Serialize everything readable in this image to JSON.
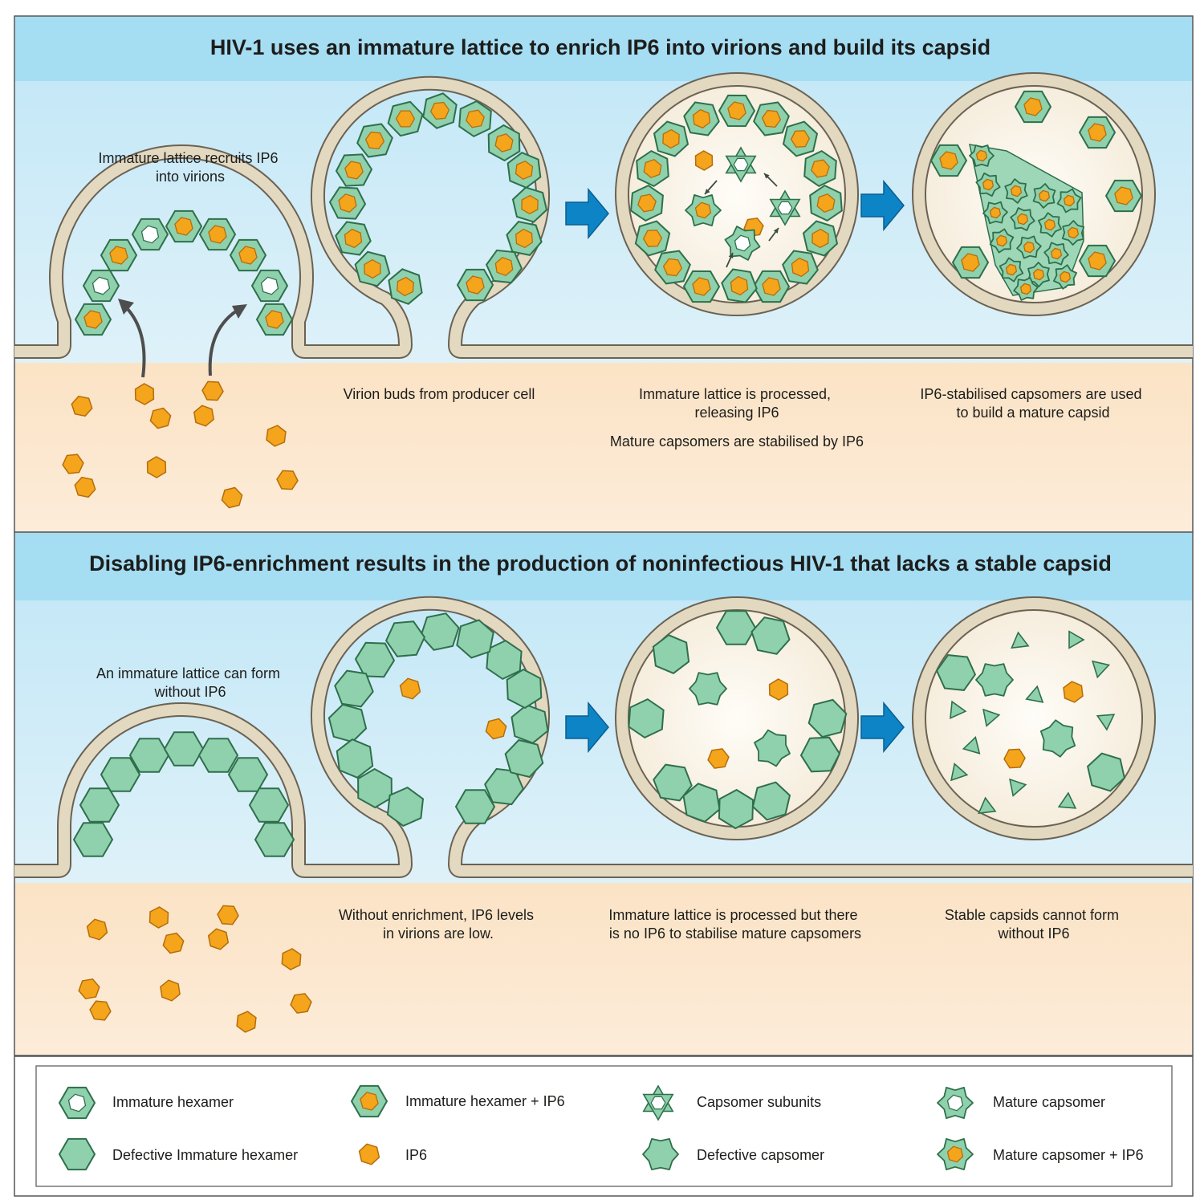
{
  "colors": {
    "header_band": "#9fdcf4",
    "sky_top": "#cfeaf5",
    "sky_bottom": "#eaf5fb",
    "cytoplasm": "#fbe6cc",
    "membrane_fill": "#e6dcc6",
    "membrane_stroke": "#6b6253",
    "virion_interior": "#fdfbf6",
    "hexamer_fill": "#8fd1ad",
    "hexamer_stroke": "#2f6f4c",
    "ip6_fill": "#f4a51c",
    "ip6_stroke": "#b56d09",
    "process_arrow": "#0d84c6",
    "recruit_arrow": "#4e4e4e"
  },
  "panel_top": {
    "title": "HIV-1 uses an immature lattice to enrich IP6 into virions and build its capsid",
    "caption_recruit": [
      "Immature lattice recruits IP6",
      "into virions"
    ],
    "caption_bud": [
      "Virion buds from producer cell"
    ],
    "caption_process": [
      "Immature lattice is processed,",
      "releasing IP6"
    ],
    "caption_stabilise": [
      "Mature capsomers are stabilised by IP6"
    ],
    "caption_build": [
      "IP6-stabilised capsomers are used",
      "to build a mature capsid"
    ]
  },
  "panel_bottom": {
    "title": "Disabling IP6-enrichment results in the production of noninfectious HIV-1 that lacks a stable capsid",
    "caption_form": [
      "An immature lattice can form",
      "without IP6"
    ],
    "caption_low": [
      "Without enrichment, IP6 levels",
      "in virions are low."
    ],
    "caption_process": [
      "Immature lattice is processed but there",
      "is no IP6 to stabilise mature capsomers"
    ],
    "caption_unstable": [
      "Stable capsids cannot form",
      "without IP6"
    ]
  },
  "legend": {
    "items": [
      {
        "icon": "immature-hexamer-icon",
        "label": "Immature hexamer"
      },
      {
        "icon": "immature-hexamer-ip6-icon",
        "label": "Immature hexamer + IP6"
      },
      {
        "icon": "capsomer-subunits-icon",
        "label": "Capsomer subunits"
      },
      {
        "icon": "mature-capsomer-icon",
        "label": "Mature capsomer"
      },
      {
        "icon": "defective-immature-hexamer-icon",
        "label": "Defective Immature hexamer"
      },
      {
        "icon": "ip6-icon",
        "label": "IP6"
      },
      {
        "icon": "defective-capsomer-icon",
        "label": "Defective capsomer"
      },
      {
        "icon": "mature-capsomer-ip6-icon",
        "label": "Mature capsomer + IP6"
      }
    ]
  }
}
